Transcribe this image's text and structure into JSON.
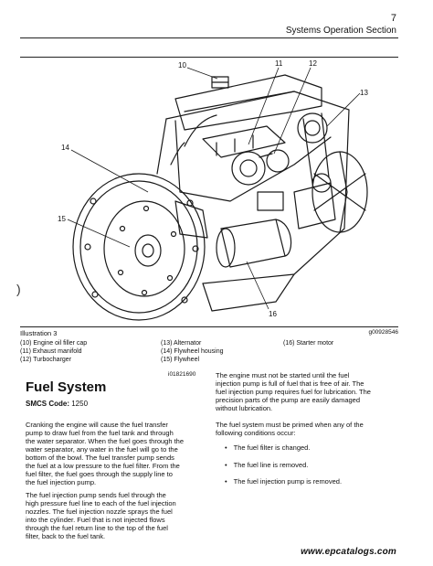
{
  "header": {
    "page_number": "7",
    "section_title": "Systems Operation Section"
  },
  "illustration": {
    "label": "Illustration 3",
    "id": "g00928546",
    "callouts": [
      "10",
      "11",
      "12",
      "13",
      "14",
      "15",
      "16"
    ],
    "legend": [
      [
        "(10) Engine oil filler cap",
        "(11) Exhaust manifold",
        "(12) Turbocharger"
      ],
      [
        "(13) Alternator",
        "(14) Flywheel housing",
        "(15) Flywheel"
      ],
      [
        "(16) Starter motor"
      ]
    ]
  },
  "doc_id": "i01821690",
  "section": {
    "heading": "Fuel System",
    "smcs_label": "SMCS Code:",
    "smcs_value": "1250"
  },
  "left_paragraphs": [
    [
      "Cranking the engine will cause the fuel transfer",
      "pump to draw fuel from the fuel tank and through",
      "the water separator. When the fuel goes through the",
      "water separator, any water in the fuel will go to the",
      "bottom of the bowl. The fuel transfer pump sends",
      "the fuel at a low pressure to the fuel filter. From the",
      "fuel filter, the fuel goes through the supply line to",
      "the fuel injection pump."
    ],
    [
      "The fuel injection pump sends fuel through the",
      "high pressure fuel line to each of the fuel injection",
      "nozzles. The fuel injection nozzle sprays the fuel",
      "into the cylinder. Fuel that is not injected flows",
      "through the fuel return line to the top of the fuel",
      "filter, back to the fuel tank."
    ]
  ],
  "right_paragraphs": [
    [
      "The engine must not be started until the fuel",
      "injection pump is full of fuel that is free of air. The",
      "fuel injection pump requires fuel for lubrication. The",
      "precision parts of the pump are easily damaged",
      "without lubrication."
    ],
    [
      "The fuel system must be primed when any of the",
      "following conditions occur:"
    ]
  ],
  "bullets": [
    "The fuel filter is changed.",
    "The fuel line is removed.",
    "The fuel injection pump is removed."
  ],
  "watermark": "www.epcatalogs.com",
  "margin_mark": ")"
}
